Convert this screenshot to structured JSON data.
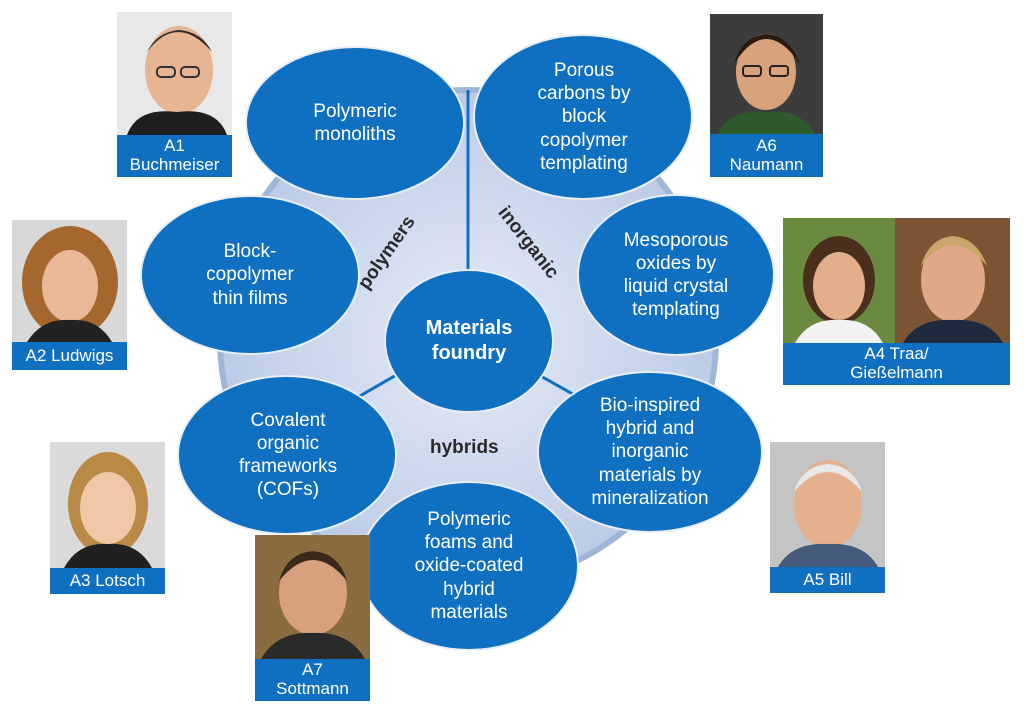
{
  "center": "Materials\nfoundry",
  "sectors": [
    "polymers",
    "inorganic",
    "hybrids"
  ],
  "projects": [
    {
      "text": "Polymeric\nmonoliths"
    },
    {
      "text": "Porous\ncarbons by\nblock\ncopolymer\ntemplating"
    },
    {
      "text": "Block-\ncopolymer\nthin films"
    },
    {
      "text": "Mesoporous\noxides by\nliquid crystal\ntemplating"
    },
    {
      "text": "Covalent\norganic\nframeworks\n(COFs)"
    },
    {
      "text": "Bio-inspired\nhybrid and\ninorganic\nmaterials by\nmineralization"
    },
    {
      "text": "Polymeric\nfoams and\noxide-coated\nhybrid\nmaterials"
    }
  ],
  "people": [
    {
      "caption": "A1\nBuchmeiser"
    },
    {
      "caption": "A6\nNaumann"
    },
    {
      "caption": "A2 Ludwigs"
    },
    {
      "caption": "A4 Traa/\nGießelmann"
    },
    {
      "caption": "A3 Lotsch"
    },
    {
      "caption": "A5 Bill"
    },
    {
      "caption": "A7\nSottmann"
    }
  ],
  "colors": {
    "ellipse": "#0f6fc0",
    "disc": "#c6d3ea",
    "disc_border": "#9fb6d8",
    "caption": "#0f6fc0",
    "text": "#ffffff"
  }
}
